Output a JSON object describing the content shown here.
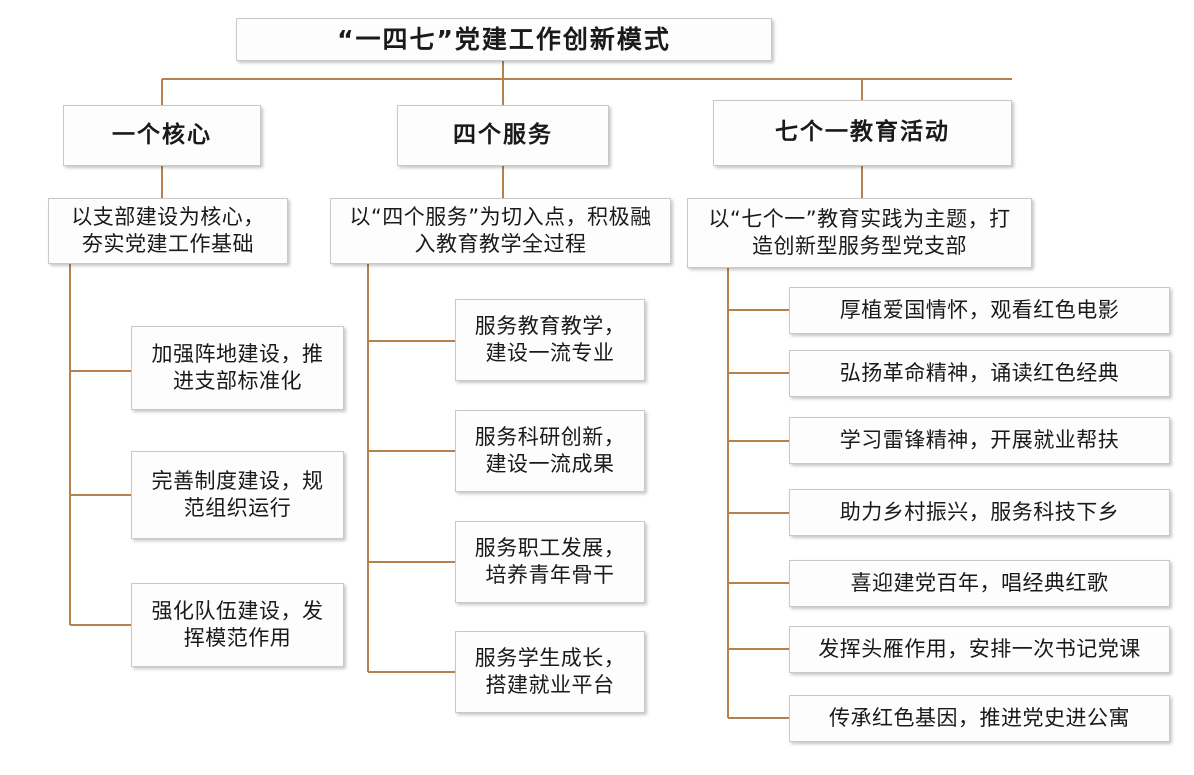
{
  "diagram": {
    "title_label": "“一四七”党建工作创新模式",
    "connector_color": "#b5824f",
    "box_border_color": "#c9c9c9",
    "box_fill_color": "#fdfdfd",
    "branches": [
      {
        "heading": "一个核心",
        "description": "以支部建设为核心，\n夯实党建工作基础",
        "items": [
          "加强阵地建设，推\n进支部标准化",
          "完善制度建设，规\n范组织运行",
          "强化队伍建设，发\n挥模范作用"
        ]
      },
      {
        "heading": "四个服务",
        "description": "以“四个服务”为切入点，积极融\n入教育教学全过程",
        "items": [
          "服务教育教学，\n建设一流专业",
          "服务科研创新，\n建设一流成果",
          "服务职工发展，\n培养青年骨干",
          "服务学生成长，\n搭建就业平台"
        ]
      },
      {
        "heading": "七个一教育活动",
        "description": "以“七个一”教育实践为主题，打\n造创新型服务型党支部",
        "items": [
          "厚植爱国情怀，观看红色电影",
          "弘扬革命精神，诵读红色经典",
          "学习雷锋精神，开展就业帮扶",
          "助力乡村振兴，服务科技下乡",
          "喜迎建党百年，唱经典红歌",
          "发挥头雁作用，安排一次书记党课",
          "传承红色基因，推进党史进公寓"
        ]
      }
    ]
  }
}
